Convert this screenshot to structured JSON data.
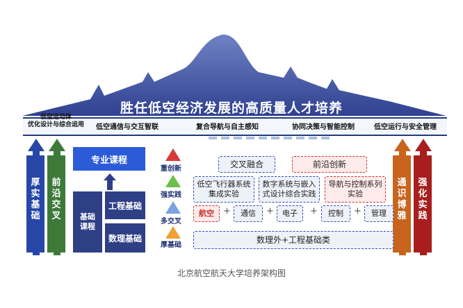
{
  "title": "胜任低空经济发展的高质量人才培养",
  "band": {
    "item1_line1": "低空运动体",
    "item1_line2": "优化设计与综合运用",
    "item2": "低空通信与交互智联",
    "item3": "复合导航与自主感知",
    "item4": "协同决策与智能控制",
    "item5": "低空运行与安全管理"
  },
  "left_arrows": {
    "arrow1": "厚实基础",
    "arrow2": "前沿交叉"
  },
  "right_arrows": {
    "arrow1": "通识博雅",
    "arrow2": "强化实践"
  },
  "courses": {
    "specialized": "专业课程",
    "basic": "基础课程",
    "engineering": "工程基础",
    "math": "数理基础"
  },
  "levels": {
    "l1": "重创新",
    "l2": "强实践",
    "l3": "多交叉",
    "l4": "厚基础"
  },
  "row1": {
    "cross": "交叉融合",
    "frontier": "前沿创新"
  },
  "row2": {
    "exp1": "低空飞行器系统集成实验",
    "exp2": "数字系统与嵌入式设计综合实践",
    "exp3": "导航与控制系列实验"
  },
  "row3": {
    "aviation": "航空",
    "comm": "通信",
    "elec": "电子",
    "ctrl": "控制",
    "mgmt": "管理",
    "plus": "+"
  },
  "row4": {
    "base": "数理外+工程基础类"
  },
  "caption": "北京航空航天大学培养架构图",
  "colors": {
    "navy": "#2e3f86",
    "roof": "#5b6fb0",
    "arrow_left1": "#2747a8",
    "arrow_left2": "#3d7a3a",
    "arrow_right1": "#c8641e",
    "arrow_right2": "#a81d1d",
    "triangle_red": "#d93a3a",
    "triangle_green": "#6cbf4a",
    "triangle_blue": "#7aa3e0",
    "triangle_orange": "#f0a133"
  }
}
